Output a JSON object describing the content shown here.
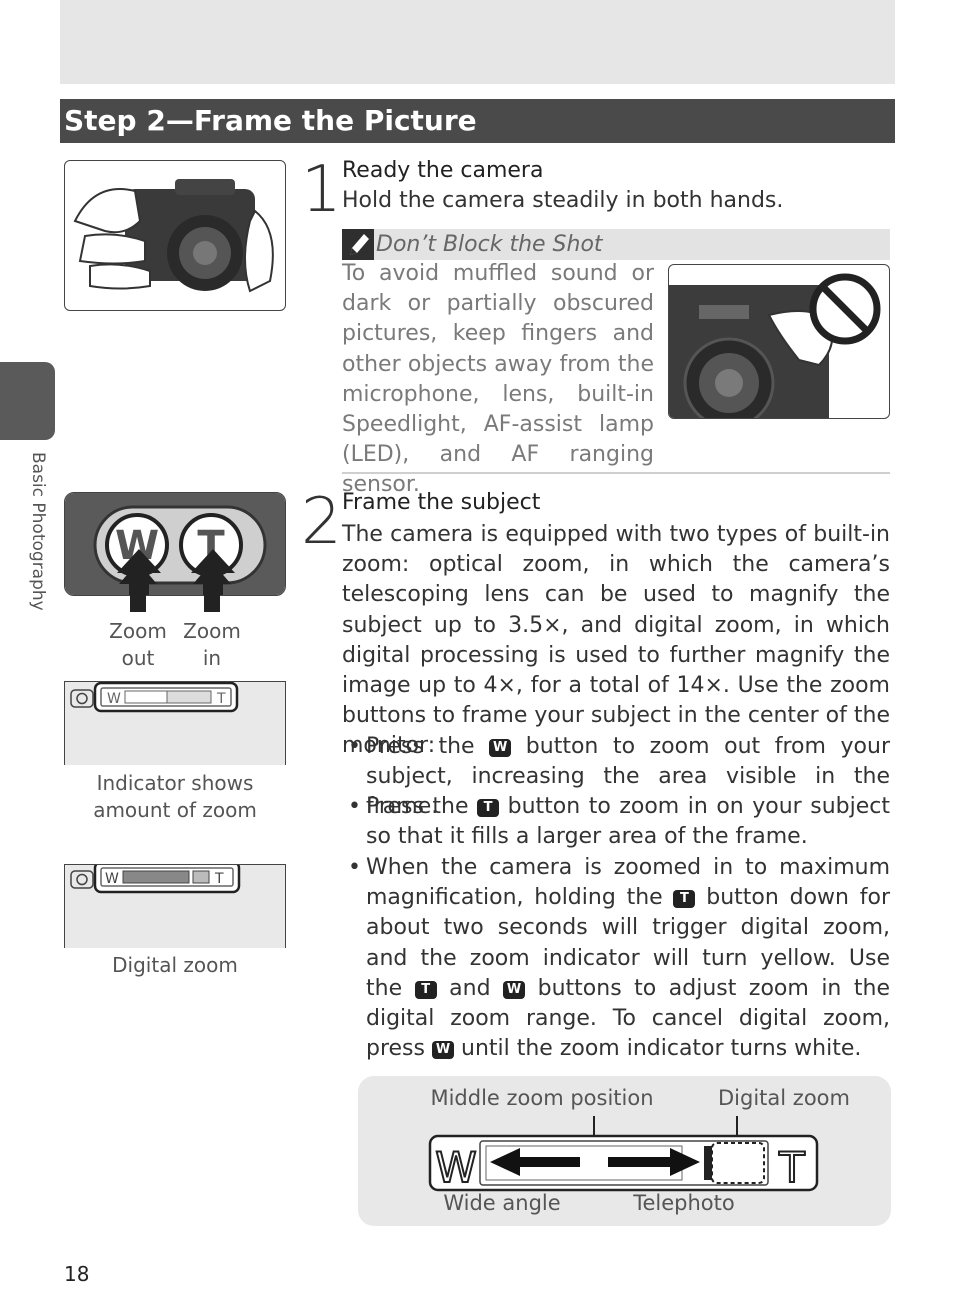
{
  "page": {
    "title": "Step 2—Frame the Picture",
    "side_label": "Basic Photography",
    "page_number": "18"
  },
  "step1": {
    "number": "1",
    "heading": "Ready the camera",
    "text": "Hold the camera steadily in both hands.",
    "note_title": "Don’t Block the Shot",
    "note_text": "To avoid muffled sound or dark or partially obscured pictures, keep fingers and other objects away from the microphone, lens, built-in Speedlight, AF-assist lamp (LED), and AF ranging sensor."
  },
  "step2": {
    "number": "2",
    "heading": "Frame the subject",
    "text": "The camera is equipped with two types of built-in zoom: optical zoom, in which the camera’s telescoping lens can be used to magnify the subject up to 3.5×, and digital zoom, in which digital processing is used to further magnify the image up to 4×, for a total of 14×.  Use the zoom buttons to frame your subject in the center of the monitor:",
    "bullets": [
      {
        "pre": "Press the",
        "icon": "W",
        "post": "button to zoom out from your subject, increasing the area visible in the frame."
      },
      {
        "pre": "Press the",
        "icon": "T",
        "post": "button to zoom in on your subject so that it fills a larger area of the frame."
      },
      {
        "pre": "When the camera is zoomed in to maximum magnification, holding the",
        "icon": "T",
        "mid": "button down for about two seconds will trigger digital zoom, and the zoom indicator will turn yellow.  Use the",
        "icon2": "T",
        "mid2": "and",
        "icon3": "W",
        "post": "buttons to adjust zoom in the digital zoom range.  To cancel digital zoom, press",
        "icon4": "W",
        "end": "until the zoom indicator turns white."
      }
    ]
  },
  "left_column": {
    "zoom_out_label": "Zoom out",
    "zoom_in_label": "Zoom in",
    "indicator_caption": "Indicator shows amount of zoom",
    "digital_caption": "Digital zoom",
    "w": "W",
    "t": "T"
  },
  "zoom_diagram": {
    "middle_label": "Middle zoom position",
    "digital_label": "Digital zoom",
    "wide_label": "Wide angle",
    "tele_label": "Telephoto",
    "w": "W",
    "t": "T"
  },
  "icons": [
    "pencil-icon",
    "no-entry-icon",
    "camera-icon",
    "zoom-w-icon",
    "zoom-t-icon",
    "arrow-up-icon",
    "arrow-left-icon",
    "arrow-right-icon"
  ],
  "colors": {
    "title_bar": "#4a4a4a",
    "top_band": "#e6e6e6",
    "note_bar": "#e3e3e3",
    "diagram_bg": "#e8e8e8"
  }
}
